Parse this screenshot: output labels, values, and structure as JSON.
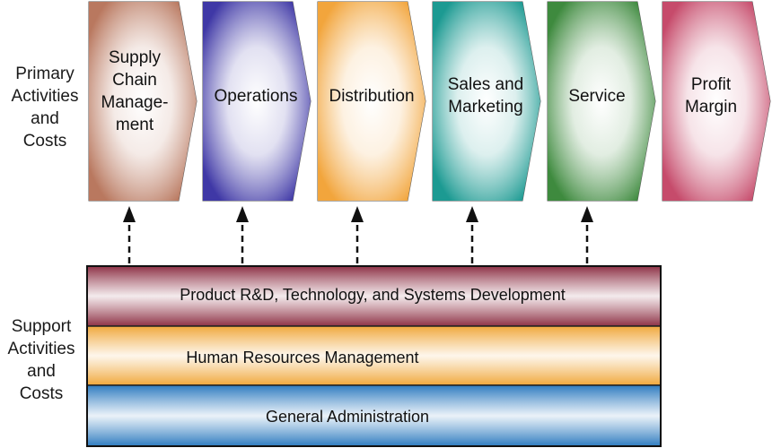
{
  "primary_label": [
    "Primary",
    "Activities",
    "and",
    "Costs"
  ],
  "support_label": [
    "Support",
    "Activities",
    "and",
    "Costs"
  ],
  "primary_activities": [
    {
      "lines": [
        "Supply",
        "Chain",
        "Manage-",
        "ment"
      ],
      "color": "#b9785f"
    },
    {
      "lines": [
        "Operations"
      ],
      "color": "#3f38a6"
    },
    {
      "lines": [
        "Distribution"
      ],
      "color": "#f2a53c"
    },
    {
      "lines": [
        "Sales and",
        "Marketing"
      ],
      "color": "#1c9a92"
    },
    {
      "lines": [
        "Service"
      ],
      "color": "#3e8a3e"
    },
    {
      "lines": [
        "Profit",
        "Margin"
      ],
      "color": "#c64b6b"
    }
  ],
  "support_activities": [
    {
      "label": "Product R&D, Technology, and Systems Development",
      "color": "#8e3246"
    },
    {
      "label": "Human Resources Management",
      "color": "#f0a83c"
    },
    {
      "label": "General Administration",
      "color": "#2f7cc0"
    }
  ]
}
